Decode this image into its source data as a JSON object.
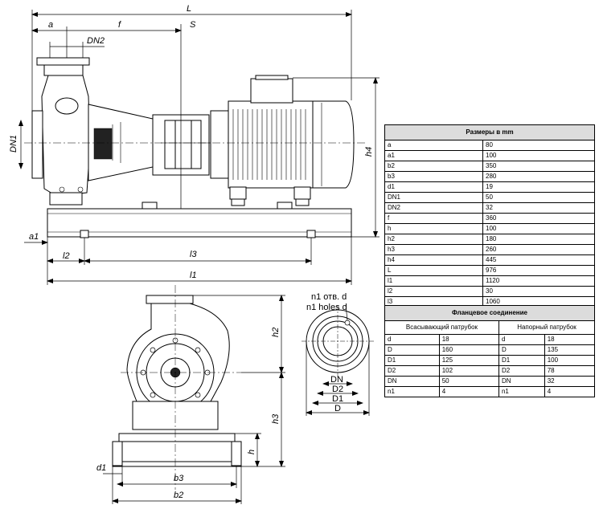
{
  "dims_top": {
    "L": "L",
    "a": "a",
    "f": "f",
    "s": "S",
    "DN2": "DN2",
    "DN1": "DN1",
    "h4": "h4",
    "a1": "a1",
    "l2": "l2",
    "l3": "l3",
    "l1": "l1"
  },
  "dims_front": {
    "h2": "h2",
    "h3": "h3",
    "h": "h",
    "d1": "d1",
    "b3": "b3",
    "b2": "b2"
  },
  "flange": {
    "note_line1": "n1 отв. d",
    "note_line2": "n1 holes d",
    "DN": "DN",
    "D2": "D2",
    "D1": "D1",
    "D": "D"
  },
  "table_sizes": {
    "title": "Размеры в mm",
    "rows": [
      [
        "a",
        "80"
      ],
      [
        "a1",
        "100"
      ],
      [
        "b2",
        "350"
      ],
      [
        "b3",
        "280"
      ],
      [
        "d1",
        "19"
      ],
      [
        "DN1",
        "50"
      ],
      [
        "DN2",
        "32"
      ],
      [
        "f",
        "360"
      ],
      [
        "h",
        "100"
      ],
      [
        "h2",
        "180"
      ],
      [
        "h3",
        "260"
      ],
      [
        "h4",
        "445"
      ],
      [
        "L",
        "976"
      ],
      [
        "l1",
        "1120"
      ],
      [
        "l2",
        "30"
      ],
      [
        "l3",
        "1060"
      ]
    ]
  },
  "table_flange": {
    "title": "Фланцевое соединение",
    "suction": "Всасывающий патрубок",
    "discharge": "Напорный патрубок",
    "rows": [
      [
        "d",
        "18",
        "d",
        "18"
      ],
      [
        "D",
        "160",
        "D",
        "135"
      ],
      [
        "D1",
        "125",
        "D1",
        "100"
      ],
      [
        "D2",
        "102",
        "D2",
        "78"
      ],
      [
        "DN",
        "50",
        "DN",
        "32"
      ],
      [
        "n1",
        "4",
        "n1",
        "4"
      ]
    ]
  }
}
